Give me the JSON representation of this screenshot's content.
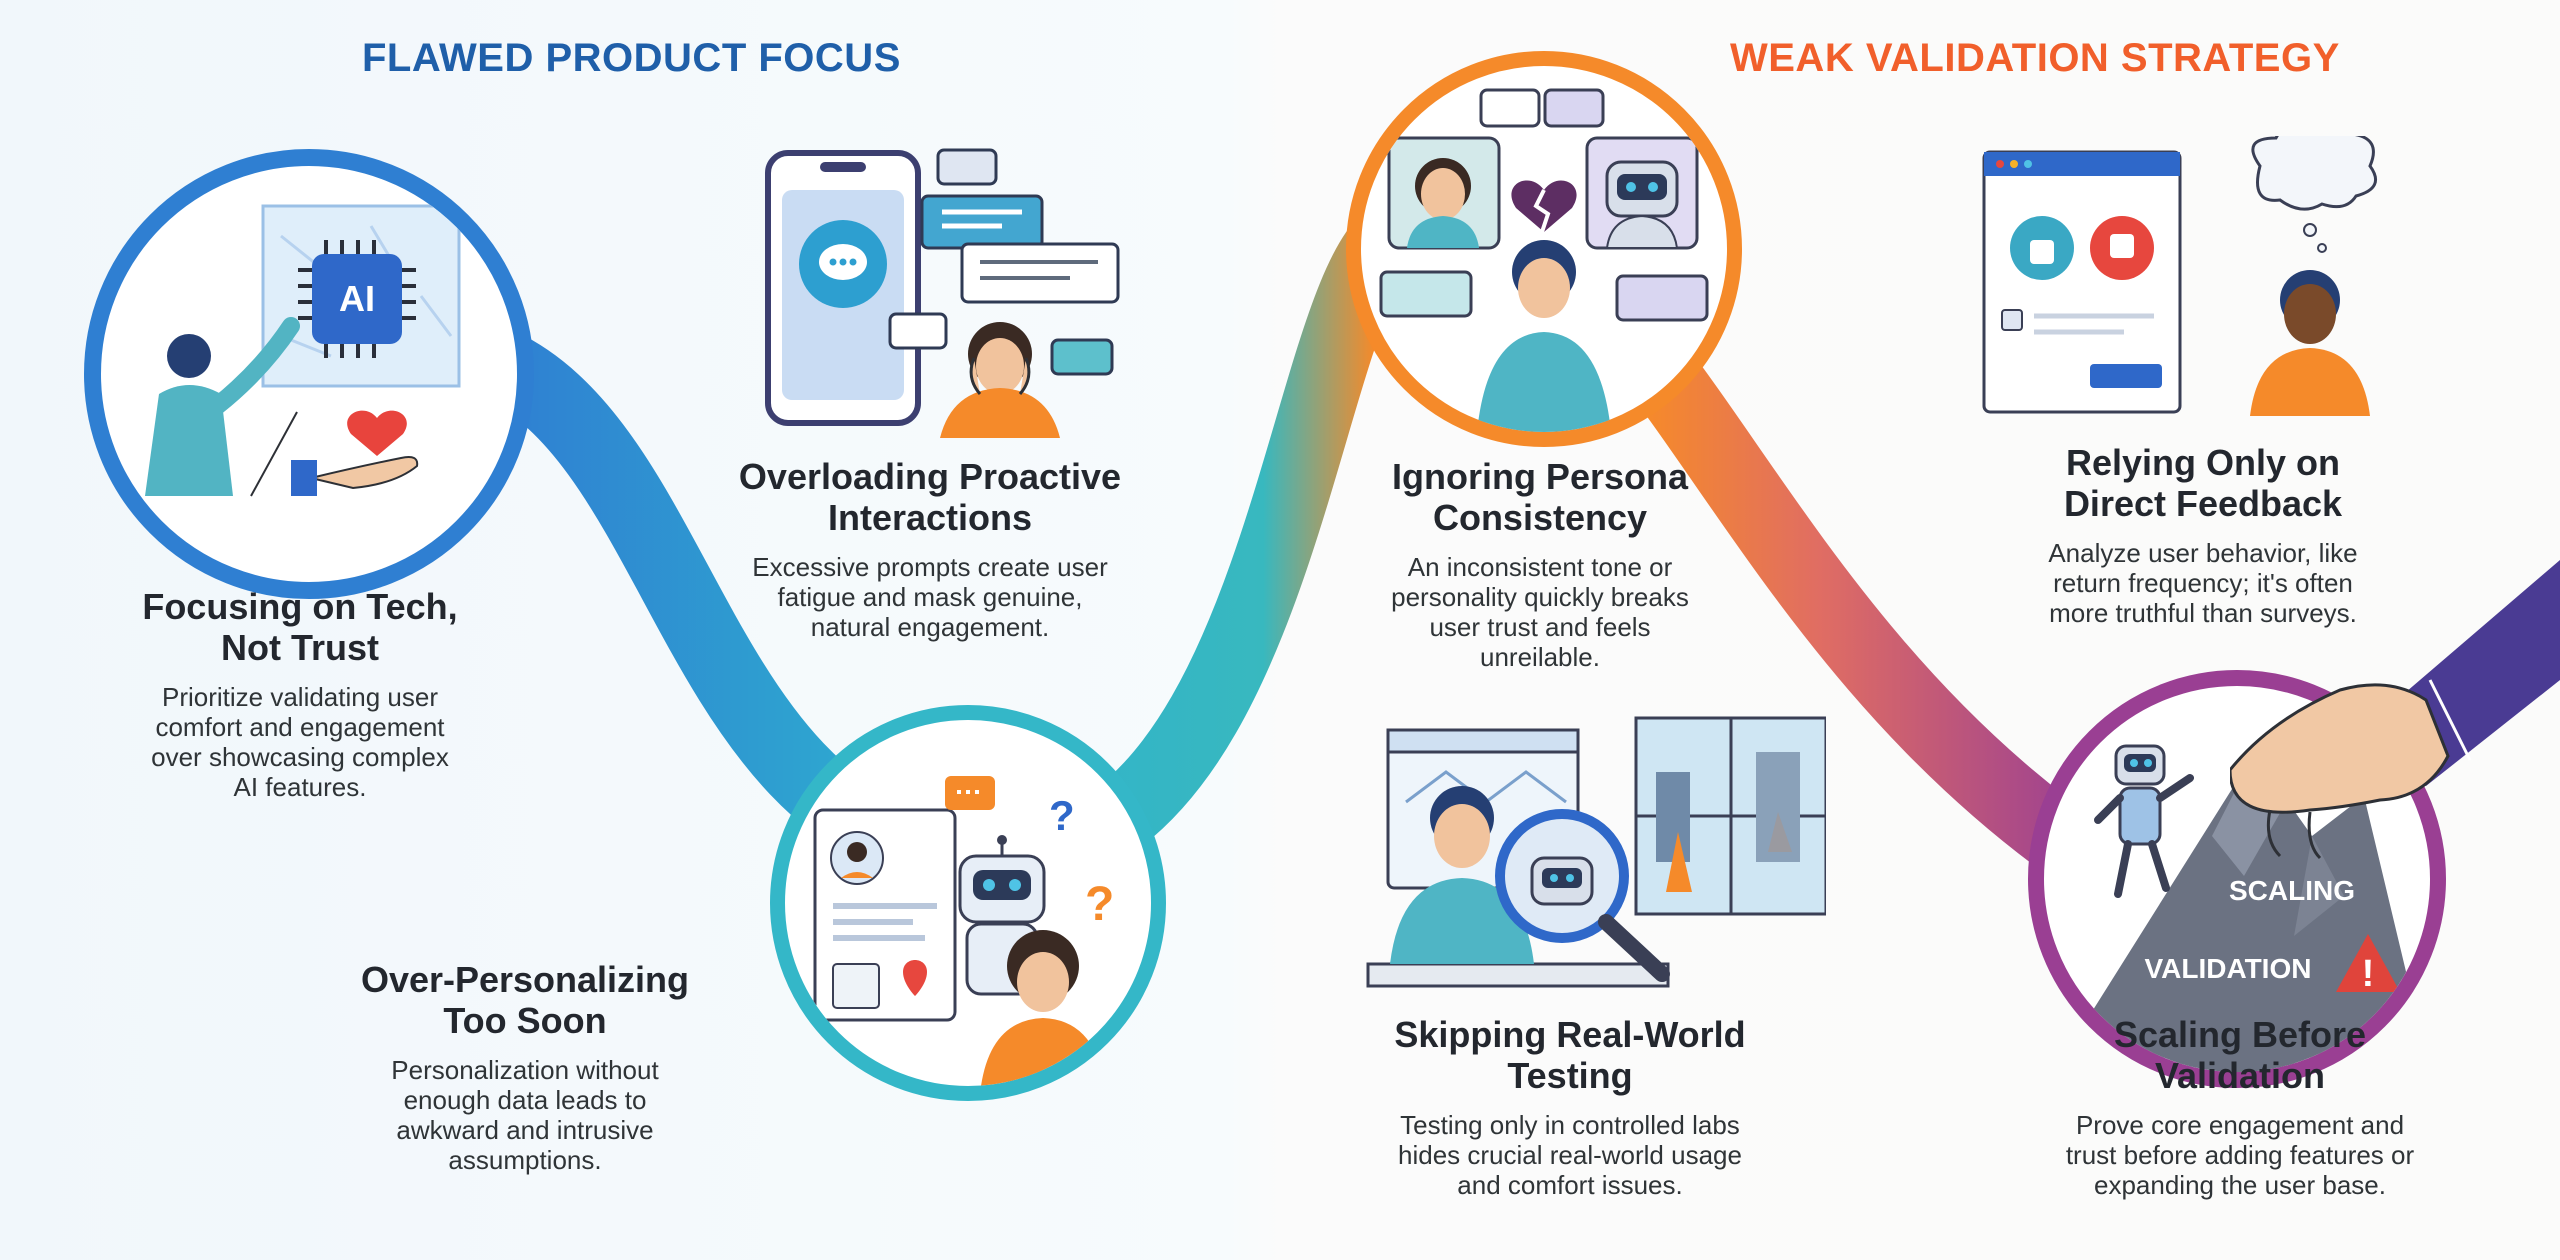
{
  "headers": {
    "left": "FLAWED PRODUCT FOCUS",
    "right": "WEAK VALIDATION STRATEGY"
  },
  "colors": {
    "blue": "#2f7fd2",
    "teal": "#34b7c8",
    "orange": "#f58a2a",
    "purple": "#9a3f93",
    "left_header": "#1f5fa9",
    "right_header": "#f15f2b"
  },
  "items": [
    {
      "title_l1": "Focusing on Tech,",
      "title_l2": "Not Trust",
      "desc_l1": "Prioritize validating user",
      "desc_l2": "comfort and engagement",
      "desc_l3": "over showcasing complex",
      "desc_l4": "AI features.",
      "icon": "ai-chip-and-heart-icon",
      "badge": "AI"
    },
    {
      "title_l1": "Overloading Proactive",
      "title_l2": "Interactions",
      "desc_l1": "Excessive prompts create user",
      "desc_l2": "fatigue and mask genuine,",
      "desc_l3": "natural engagement.",
      "icon": "phone-chat-overload-icon"
    },
    {
      "title_l1": "Over-Personalizing",
      "title_l2": "Too Soon",
      "desc_l1": "Personalization without",
      "desc_l2": "enough data leads to",
      "desc_l3": "awkward and intrusive",
      "desc_l4": "assumptions.",
      "icon": "robot-confused-user-icon"
    },
    {
      "title_l1": "Ignoring Persona",
      "title_l2": "Consistency",
      "desc_l1": "An inconsistent tone or",
      "desc_l2": "personality quickly breaks",
      "desc_l3": "user trust and feels",
      "desc_l4": "unreilable.",
      "icon": "broken-heart-persona-icon"
    },
    {
      "title_l1": "Skipping Real-World",
      "title_l2": "Testing",
      "desc_l1": "Testing only in controlled labs",
      "desc_l2": "hides crucial real-world usage",
      "desc_l3": "and comfort issues.",
      "icon": "magnifier-robot-lab-icon"
    },
    {
      "title_l1": "Relying Only on",
      "title_l2": "Direct Feedback",
      "desc_l1": "Analyze user behavior, like",
      "desc_l2": "return frequency; it's often",
      "desc_l3": "more truthful than surveys.",
      "icon": "thumbs-feedback-icon"
    },
    {
      "title_l1": "Scaling Before",
      "title_l2": "Validation",
      "desc_l1": "Prove core engagement and",
      "desc_l2": "trust before adding features or",
      "desc_l3": "expanding the user base.",
      "icon": "scaling-mountain-icon",
      "mountain_top": "SCALING",
      "mountain_base": "VALIDATION",
      "warning": "!"
    }
  ]
}
